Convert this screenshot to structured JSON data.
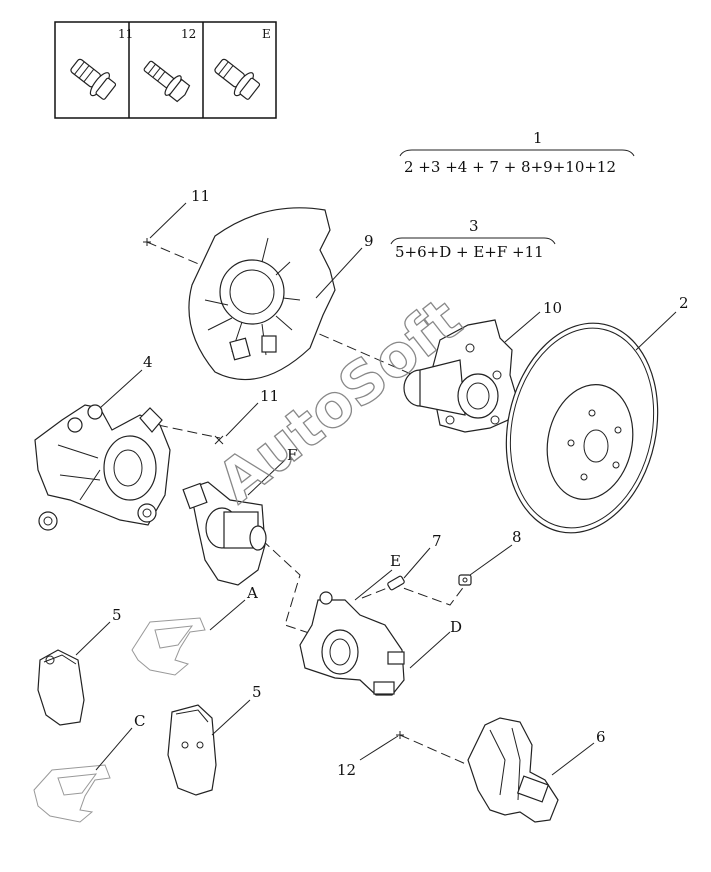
{
  "legend": [
    {
      "id": "11"
    },
    {
      "id": "12"
    },
    {
      "id": "E"
    }
  ],
  "assemblies": [
    {
      "id": "1",
      "components": "2 +3 +4 + 7 + 8+9+10+12"
    },
    {
      "id": "3",
      "components": "5+6+D + E+F +11"
    }
  ],
  "callouts": {
    "c11a": "11",
    "c9": "9",
    "c10": "10",
    "c2": "2",
    "c4": "4",
    "c11b": "11",
    "cF": "F",
    "c7": "7",
    "cE": "E",
    "c8": "8",
    "c5a": "5",
    "cA": "A",
    "cD": "D",
    "c5b": "5",
    "cC": "C",
    "c12": "12",
    "c6": "6"
  },
  "watermark": "AutoSoft"
}
